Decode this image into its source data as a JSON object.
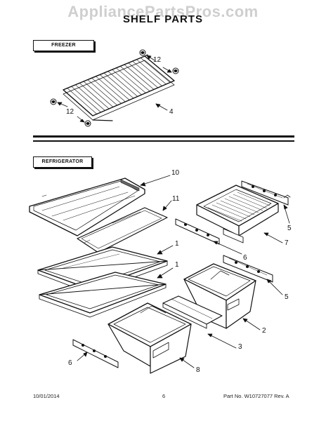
{
  "watermark": "AppliancePartsPros.com",
  "title": "SHELF PARTS",
  "sections": {
    "freezer": "FREEZER",
    "refrigerator": "REFRIGERATOR"
  },
  "callouts": {
    "freezer_12_top": "12",
    "freezer_12_bottom": "12",
    "freezer_4": "4",
    "fridge_10": "10",
    "fridge_11": "11",
    "fridge_1_upper": "1",
    "fridge_1_lower": "1",
    "fridge_5_upper": "5",
    "fridge_7": "7",
    "fridge_6_upper": "6",
    "fridge_5_lower": "5",
    "fridge_2": "2",
    "fridge_3": "3",
    "fridge_6_lower": "6",
    "fridge_8": "8"
  },
  "footer": {
    "date": "10/01/2014",
    "page": "6",
    "part_no": "Part No. W10727077  Rev. A"
  }
}
